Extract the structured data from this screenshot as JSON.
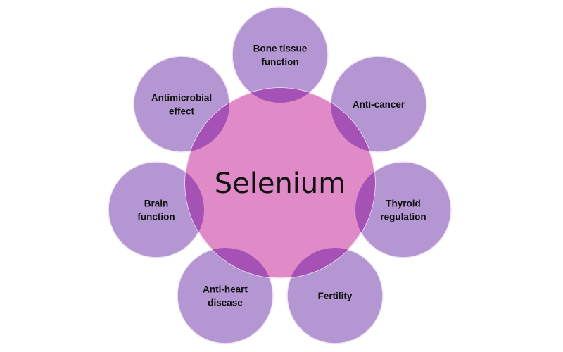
{
  "center": {
    "label": "Selenium",
    "color": "#e08bc8"
  },
  "colors": {
    "outer": "#b396d2",
    "overlap": "#a551b5",
    "stroke": "#f3e6f3"
  },
  "items": [
    {
      "lines": [
        "Bone tissue",
        "function"
      ]
    },
    {
      "lines": [
        "Anti-cancer"
      ]
    },
    {
      "lines": [
        "Thyroid",
        "regulation"
      ]
    },
    {
      "lines": [
        "Fertility"
      ]
    },
    {
      "lines": [
        "Anti-heart",
        "disease"
      ]
    },
    {
      "lines": [
        "Brain",
        "function"
      ]
    },
    {
      "lines": [
        "Antimicrobial",
        "effect"
      ]
    }
  ]
}
